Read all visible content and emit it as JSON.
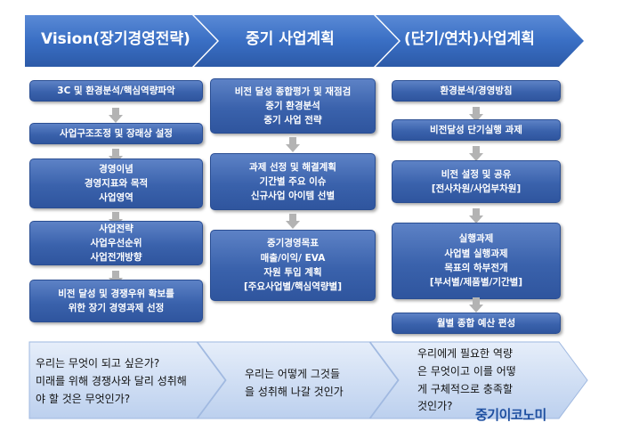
{
  "header": {
    "stage1": "Vision(장기경영전략)",
    "stage2": "중기 사업계획",
    "stage3": "(단기/연차)사업계획"
  },
  "col1": {
    "box1": [
      "3C 및 환경분석/핵심역량파악"
    ],
    "box2": [
      "사업구조조정 및 장래상 설정"
    ],
    "box3": [
      "경영이념",
      "경영지표와 목적",
      "사업영역"
    ],
    "box4": [
      "사업전략",
      "사업우선순위",
      "사업전개방향"
    ],
    "box5": [
      "비전 달성 및 경쟁우위 확보를",
      "위한 장기 경영과제 선정"
    ]
  },
  "col2": {
    "box1": [
      "비전 달성 종합평가 및 재점검",
      "중기 환경분석",
      "중기 사업 전략"
    ],
    "box2": [
      "과제 선정 및 해결계획",
      "기간별 주요 이슈",
      "신규사업 아이템 선별"
    ],
    "box3": [
      "중기경영목표",
      "매출/이익/ EVA",
      "자원 투입 계획",
      "[주요사업별/핵심역량별]"
    ]
  },
  "col3": {
    "box1": [
      "환경분석/경영방침"
    ],
    "box2": [
      "비전달성 단기실행 과제"
    ],
    "box3": [
      "비전 설정 및 공유",
      "[전사차원/사업부차원]"
    ],
    "box4": [
      "실행과제",
      "사업별 실행과제",
      "목표의 하부전개",
      "[부서별/제품별/기간별]"
    ],
    "box5": [
      "월별 종합 예산 편성"
    ]
  },
  "questions": {
    "q1": [
      "우리는 무엇이 되고 싶은가?",
      "미래를 위해 경쟁사와 달리 성취해",
      "야 할 것은 무엇인가?"
    ],
    "q2": [
      "우리는 어떻게 그것들",
      "을 성취해 나갈 것인가"
    ],
    "q3": [
      "우리에게 필요한 역량",
      "은 무엇이고 이를 어떻",
      "게 구체적으로 충족할",
      "것인가?"
    ]
  },
  "brand": "중기이코노미",
  "colors": {
    "header_blue": "#3a6fc4",
    "box_blue": "#3a62ac",
    "arrow_gray": "#b3b3b3",
    "bottom_light": "#c6d7f0"
  }
}
